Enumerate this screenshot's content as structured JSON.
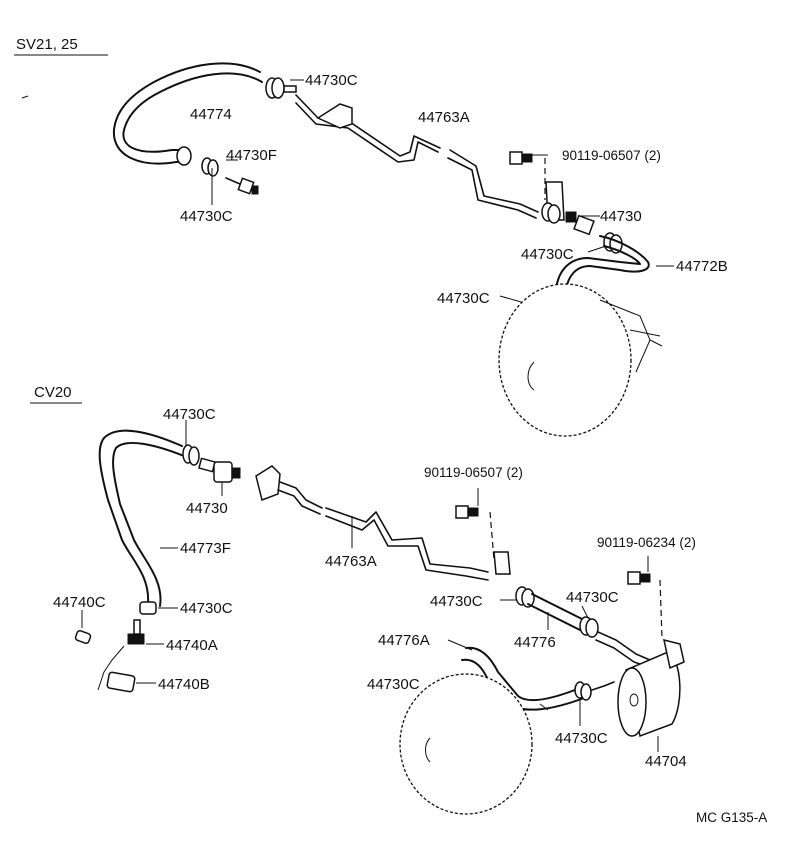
{
  "sections": {
    "top": "SV21, 25",
    "bottom": "CV20"
  },
  "labels": {
    "top": {
      "clamp_upper": "44730C",
      "hose_upper": "44774",
      "check_valve_plug": "44730F",
      "clamp_left": "44730C",
      "pipe": "44763A",
      "bolt": "90119-06507 (2)",
      "check_valve": "44730",
      "clamp_mid": "44730C",
      "hose_right": "44772B",
      "clamp_booster": "44730C"
    },
    "bottom": {
      "clamp_upper": "44730C",
      "check_valve": "44730",
      "hose_left": "44773F",
      "clamp_lower": "44730C",
      "hose_end_c": "44740C",
      "hose_end_a": "44740A",
      "hose_end_b": "44740B",
      "pipe": "44763A",
      "bolt_upper": "90119-06507 (2)",
      "bolt_right": "90119-06234 (2)",
      "clamp_mid_left": "44730C",
      "clamp_mid_right": "44730C",
      "hose_mid": "44776",
      "hose_booster": "44776A",
      "clamp_booster": "44730C",
      "clamp_tank": "44730C",
      "vacuum_tank": "44704"
    }
  },
  "footer": {
    "code": "MC G135-A"
  }
}
